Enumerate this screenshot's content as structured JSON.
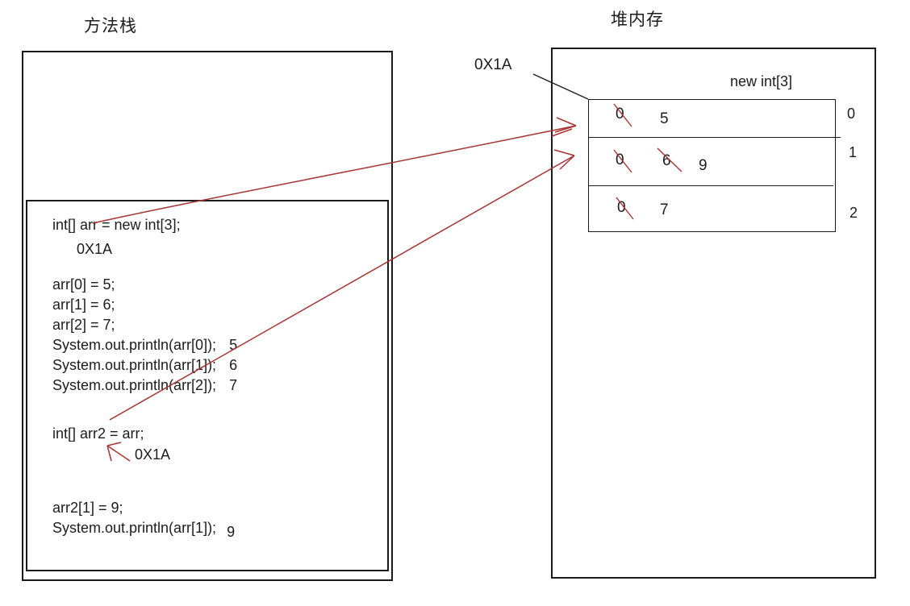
{
  "titles": {
    "stack": "方法栈",
    "heap": "堆内存"
  },
  "colors": {
    "annotation_red": "#a93232",
    "line_black": "#1b1b1b",
    "text": "#1c1c1c"
  },
  "stack_frame": {
    "decl_arr": "int[] arr = new int[3];",
    "arr_address_note": "0X1A",
    "assignments": [
      "arr[0] = 5;",
      "arr[1] = 6;",
      "arr[2] = 7;"
    ],
    "prints": [
      {
        "code": "System.out.println(arr[0]);",
        "output": "5"
      },
      {
        "code": "System.out.println(arr[1]);",
        "output": "6"
      },
      {
        "code": "System.out.println(arr[2]);",
        "output": "7"
      }
    ],
    "decl_arr2": "int[] arr2 = arr;",
    "arr2_address_note": "0X1A",
    "assignment_arr2": "arr2[1] = 9;",
    "print_last": {
      "code": "System.out.println(arr[1]);",
      "output": "9"
    }
  },
  "heap": {
    "address_label": "0X1A",
    "array_label": "new int[3]",
    "cells": [
      {
        "index": "0",
        "old_values": [
          "0"
        ],
        "current": "5"
      },
      {
        "index": "1",
        "old_values": [
          "0",
          "6"
        ],
        "current": "9"
      },
      {
        "index": "2",
        "old_values": [
          "0"
        ],
        "current": "7"
      }
    ]
  }
}
